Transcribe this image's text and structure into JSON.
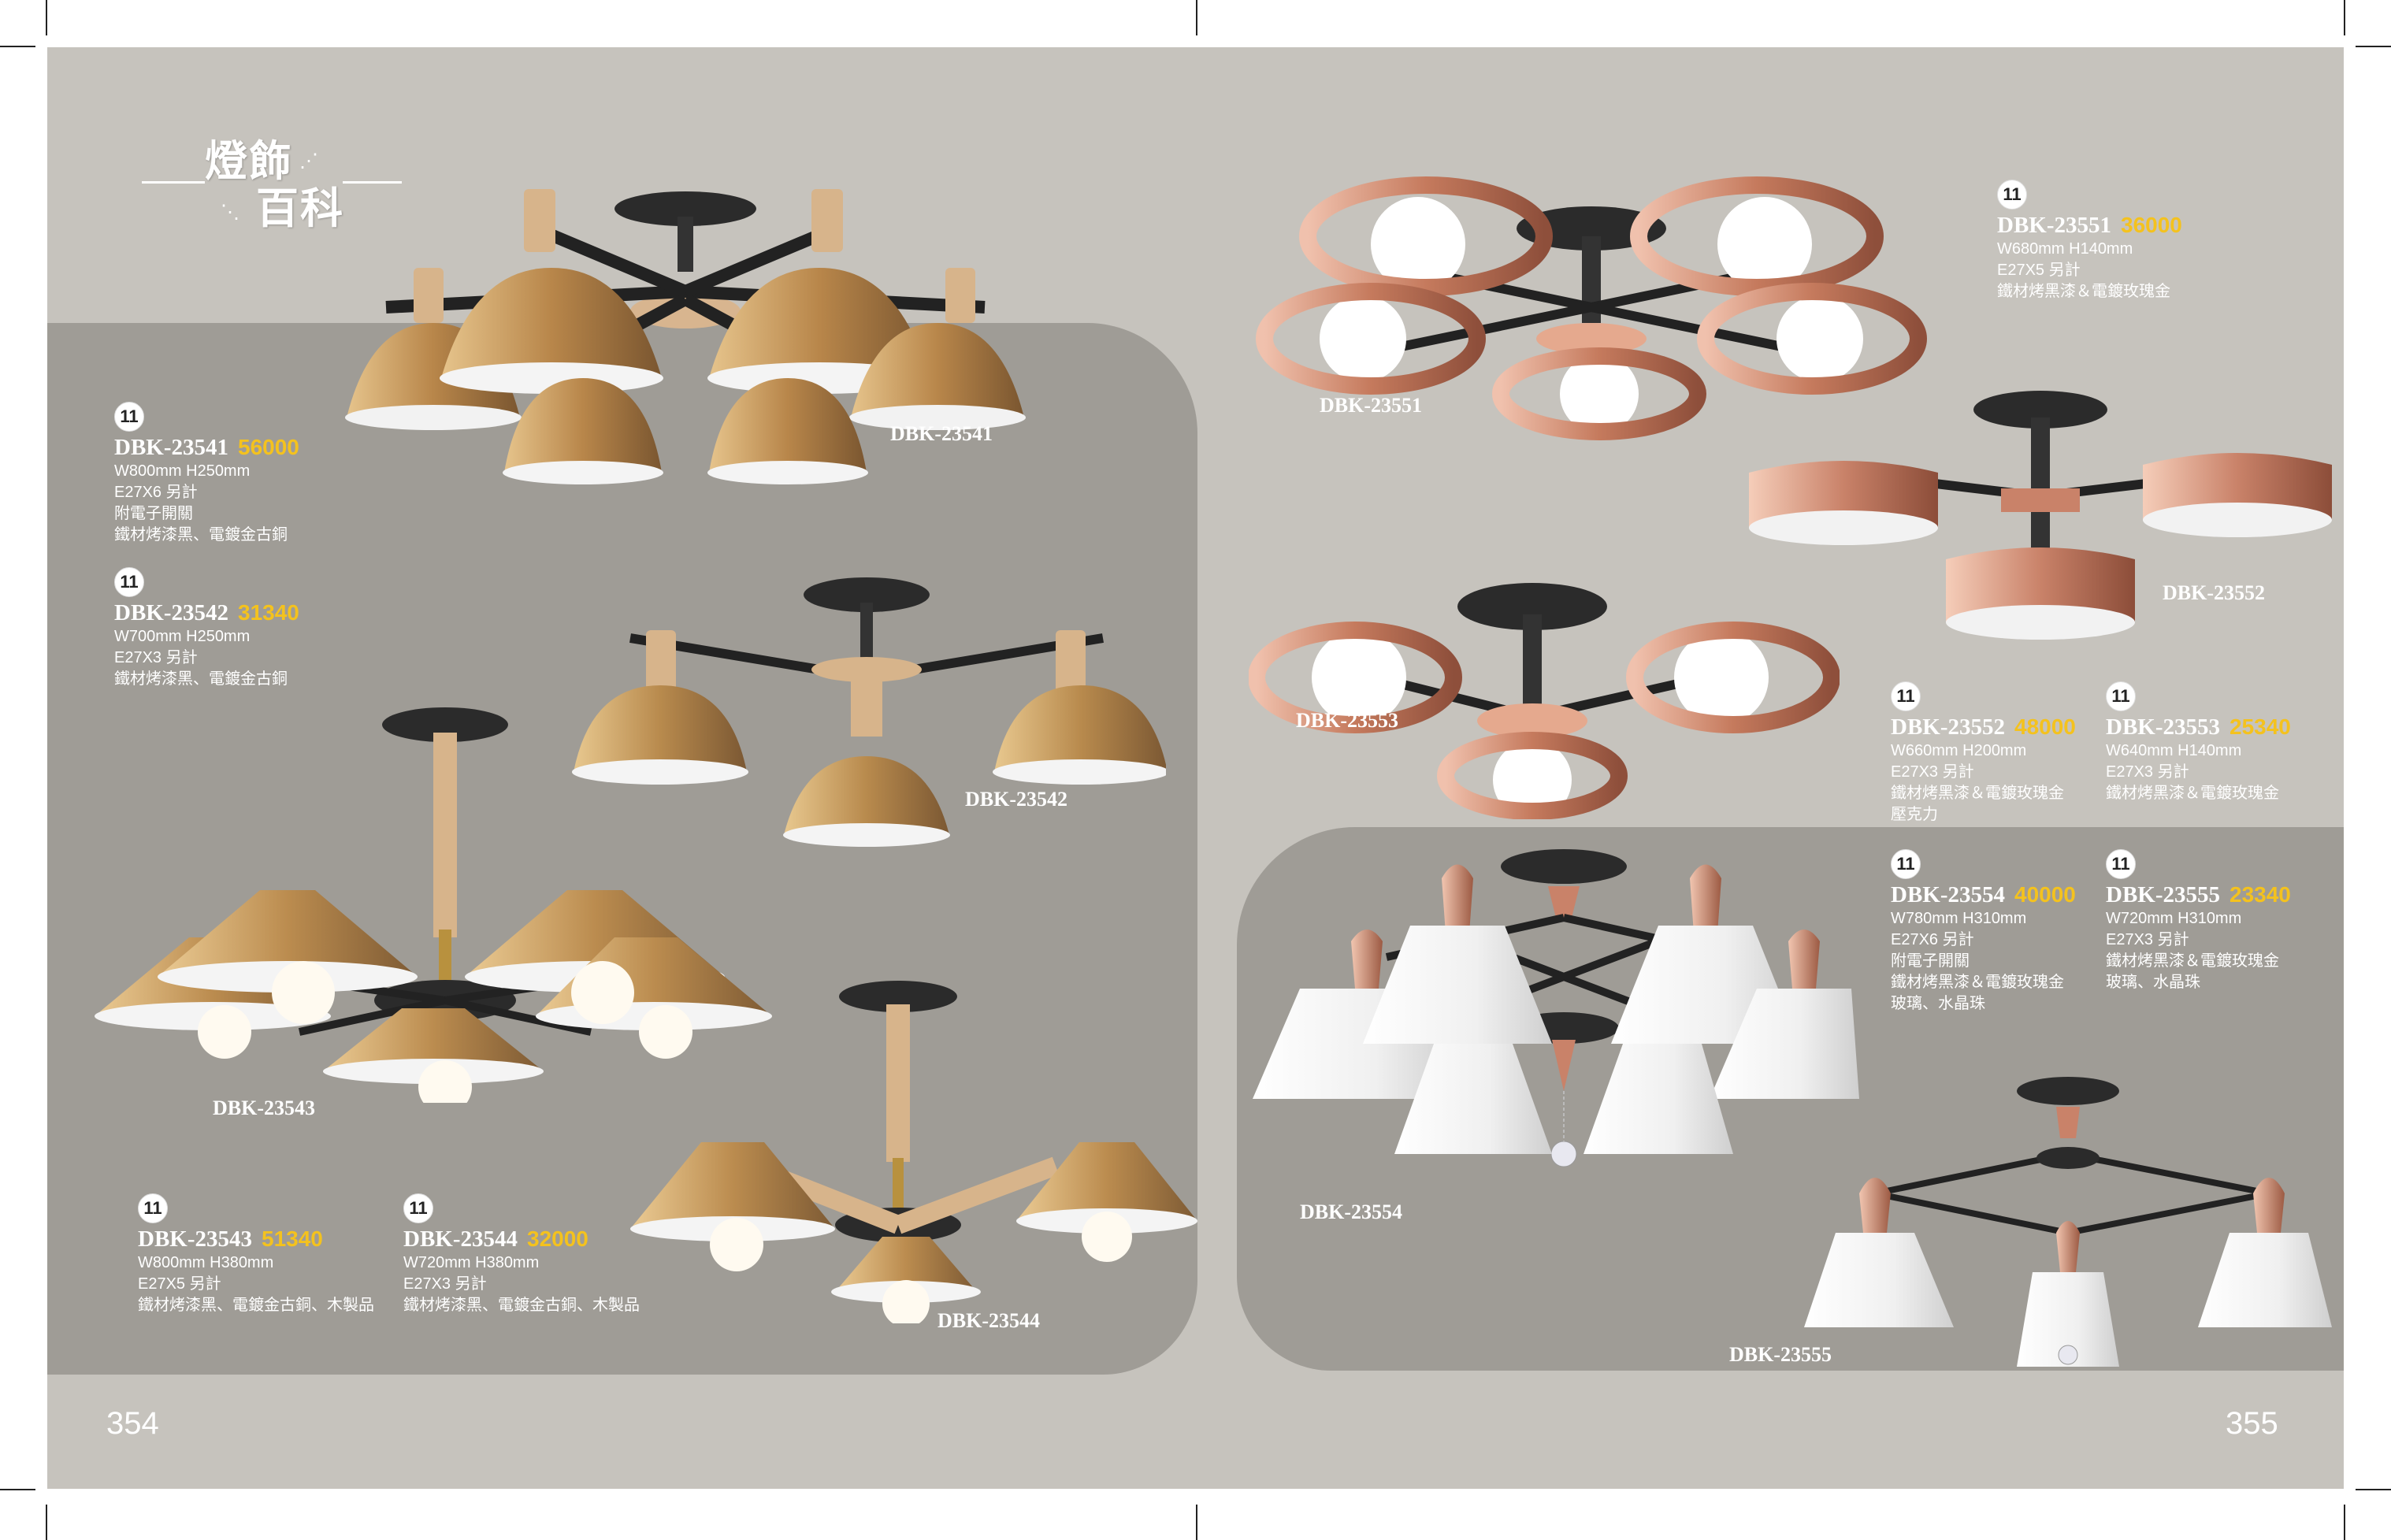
{
  "logo": {
    "line1": "燈飾",
    "line2": "百科"
  },
  "pages": {
    "left_number": "354",
    "right_number": "355"
  },
  "colors": {
    "page_bg": "#c6c3bd",
    "panel_bg": "#9f9c96",
    "price": "#f4c21e",
    "text": "#ffffff",
    "gold": "#c89a5c",
    "rose": "#d59278"
  },
  "products": [
    {
      "badge": "11",
      "code": "DBK-23541",
      "price": "56000",
      "lines": [
        "W800mm H250mm",
        "E27X6 另計",
        "附電子開關",
        "鐵材烤漆黑、電鍍金古銅"
      ]
    },
    {
      "badge": "11",
      "code": "DBK-23542",
      "price": "31340",
      "lines": [
        "W700mm H250mm",
        "E27X3 另計",
        "鐵材烤漆黑、電鍍金古銅"
      ]
    },
    {
      "badge": "11",
      "code": "DBK-23543",
      "price": "51340",
      "lines": [
        "W800mm H380mm",
        "E27X5 另計",
        "鐵材烤漆黑、電鍍金古銅、木製品"
      ]
    },
    {
      "badge": "11",
      "code": "DBK-23544",
      "price": "32000",
      "lines": [
        "W720mm H380mm",
        "E27X3 另計",
        "鐵材烤漆黑、電鍍金古銅、木製品"
      ]
    },
    {
      "badge": "11",
      "code": "DBK-23551",
      "price": "36000",
      "lines": [
        "W680mm H140mm",
        "E27X5 另計",
        "鐵材烤黑漆＆電鍍玫瑰金"
      ]
    },
    {
      "badge": "11",
      "code": "DBK-23552",
      "price": "48000",
      "lines": [
        "W660mm H200mm",
        "E27X3 另計",
        "鐵材烤黑漆＆電鍍玫瑰金",
        "壓克力"
      ]
    },
    {
      "badge": "11",
      "code": "DBK-23553",
      "price": "25340",
      "lines": [
        "W640mm H140mm",
        "E27X3 另計",
        "鐵材烤黑漆＆電鍍玫瑰金"
      ]
    },
    {
      "badge": "11",
      "code": "DBK-23554",
      "price": "40000",
      "lines": [
        "W780mm H310mm",
        "E27X6 另計",
        "附電子開關",
        "鐵材烤黑漆＆電鍍玫瑰金",
        "玻璃、水晶珠"
      ]
    },
    {
      "badge": "11",
      "code": "DBK-23555",
      "price": "23340",
      "lines": [
        "W720mm H310mm",
        "E27X3 另計",
        "鐵材烤黑漆＆電鍍玫瑰金",
        "玻璃、水晶珠"
      ]
    }
  ],
  "photo_labels": [
    "DBK-23541",
    "DBK-23542",
    "DBK-23543",
    "DBK-23544",
    "DBK-23551",
    "DBK-23553",
    "DBK-23552",
    "DBK-23554",
    "DBK-23555"
  ]
}
